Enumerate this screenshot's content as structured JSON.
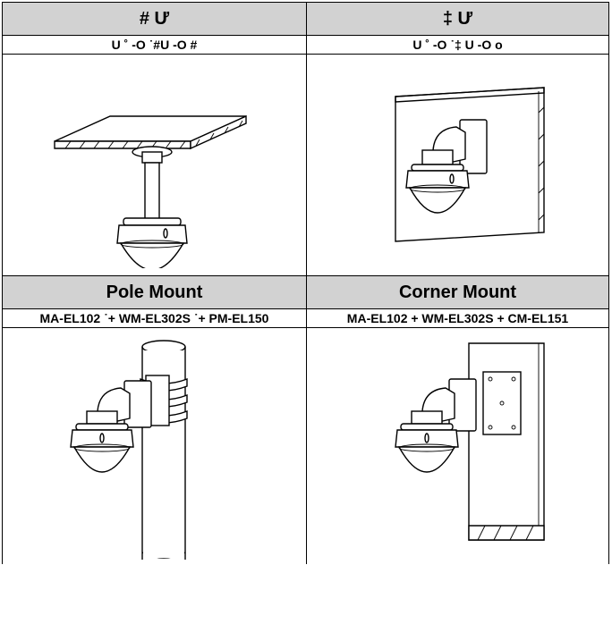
{
  "mounts": [
    {
      "title": "#       Ư",
      "parts": "U ˚ -O    ˙#U -O    #"
    },
    {
      "title": "‡      Ư",
      "parts": "U ˚ -O    ˙‡ U -O    o"
    },
    {
      "title": "Pole Mount",
      "parts": "MA-EL102 ˙+ WM-EL302S ˙+ PM-EL150"
    },
    {
      "title": "Corner Mount",
      "parts": "MA-EL102 + WM-EL302S + CM-EL151"
    }
  ]
}
